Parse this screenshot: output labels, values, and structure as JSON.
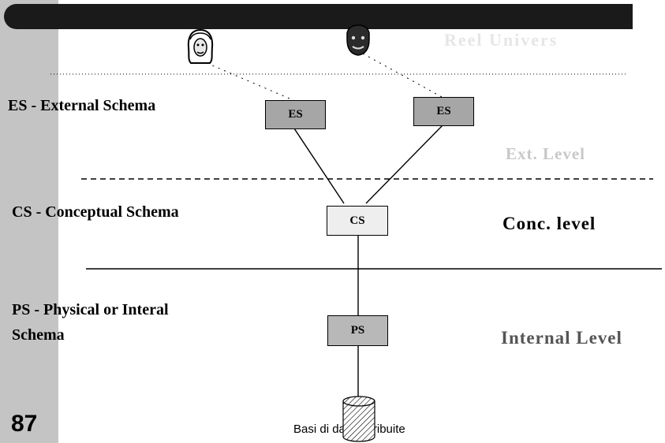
{
  "header": {
    "reel_univers": "Reel  Univers"
  },
  "schemas": {
    "external": "ES - External Schema",
    "conceptual": "CS - Conceptual Schema",
    "physical_line1": "PS - Physical  or Interal",
    "physical_line2": "Schema"
  },
  "levels": {
    "external": "Ext. Level",
    "conceptual": "Conc. level",
    "internal": "Internal  Level"
  },
  "boxes": {
    "es_left": "ES",
    "es_right": "ES",
    "cs": "CS",
    "ps": "PS"
  },
  "footer": {
    "page_number": "87",
    "caption": "Basi di dati distribuite"
  },
  "colors": {
    "sidebar": "#c4c4c4",
    "topbar": "#1a1a1a",
    "es_box": "#a6a6a6",
    "cs_box": "#eeeeee",
    "ps_box": "#b8b8b8",
    "faded_label": "#c8c8c8",
    "internal_label": "#555555"
  },
  "icons": [
    "user-female-icon",
    "user-male-icon",
    "database-cylinder-icon"
  ]
}
